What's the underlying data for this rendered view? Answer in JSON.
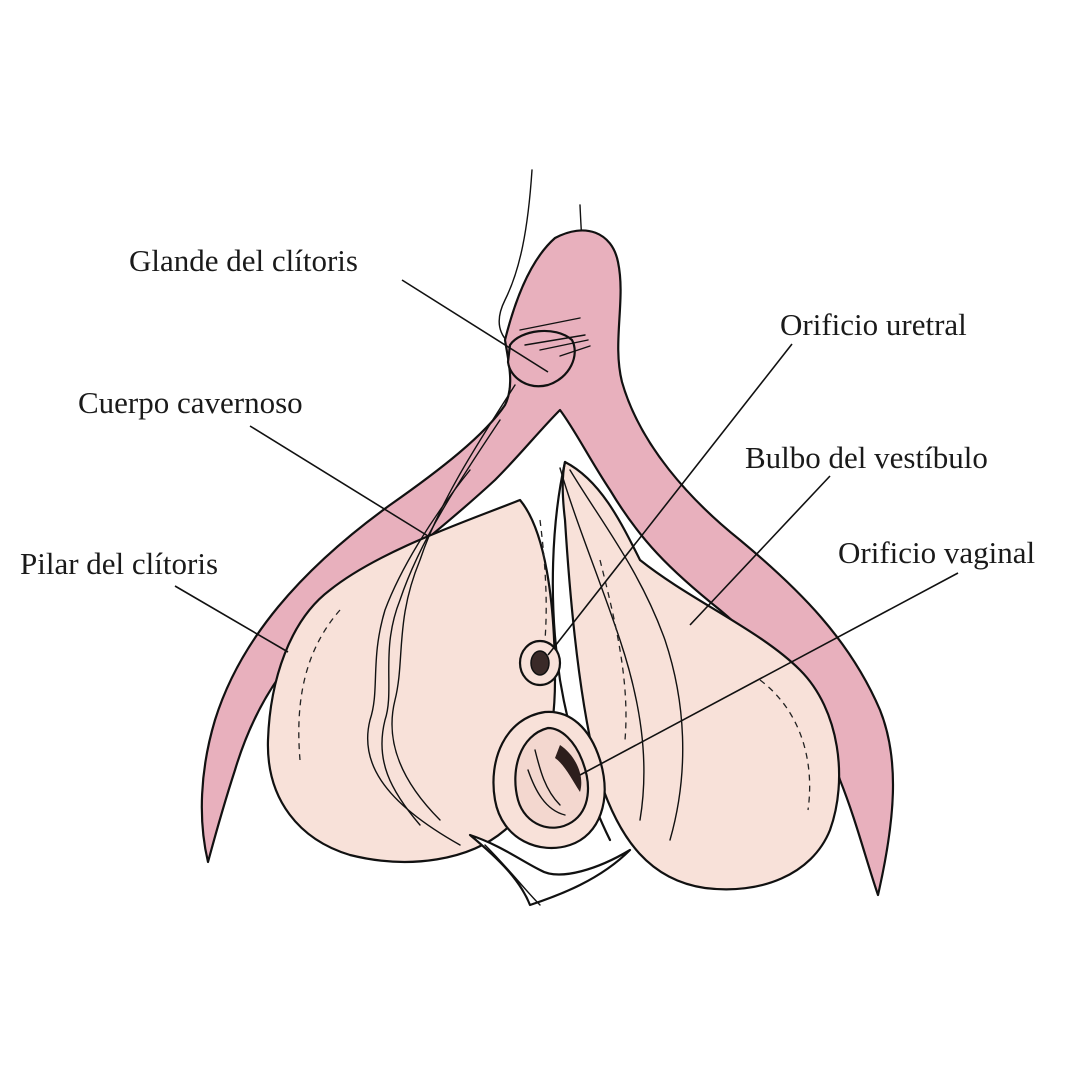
{
  "labels": {
    "glans": "Glande del clítoris",
    "urethral_orifice": "Orificio uretral",
    "corpus_cavernosum": "Cuerpo cavernoso",
    "vestibular_bulb": "Bulbo del vestíbulo",
    "crus": "Pilar del clítoris",
    "vaginal_orifice": "Orificio vaginal"
  },
  "colors": {
    "crura_pink": "#e8b0bd",
    "bulb_cream": "#f8e1d9",
    "line": "#111111"
  }
}
